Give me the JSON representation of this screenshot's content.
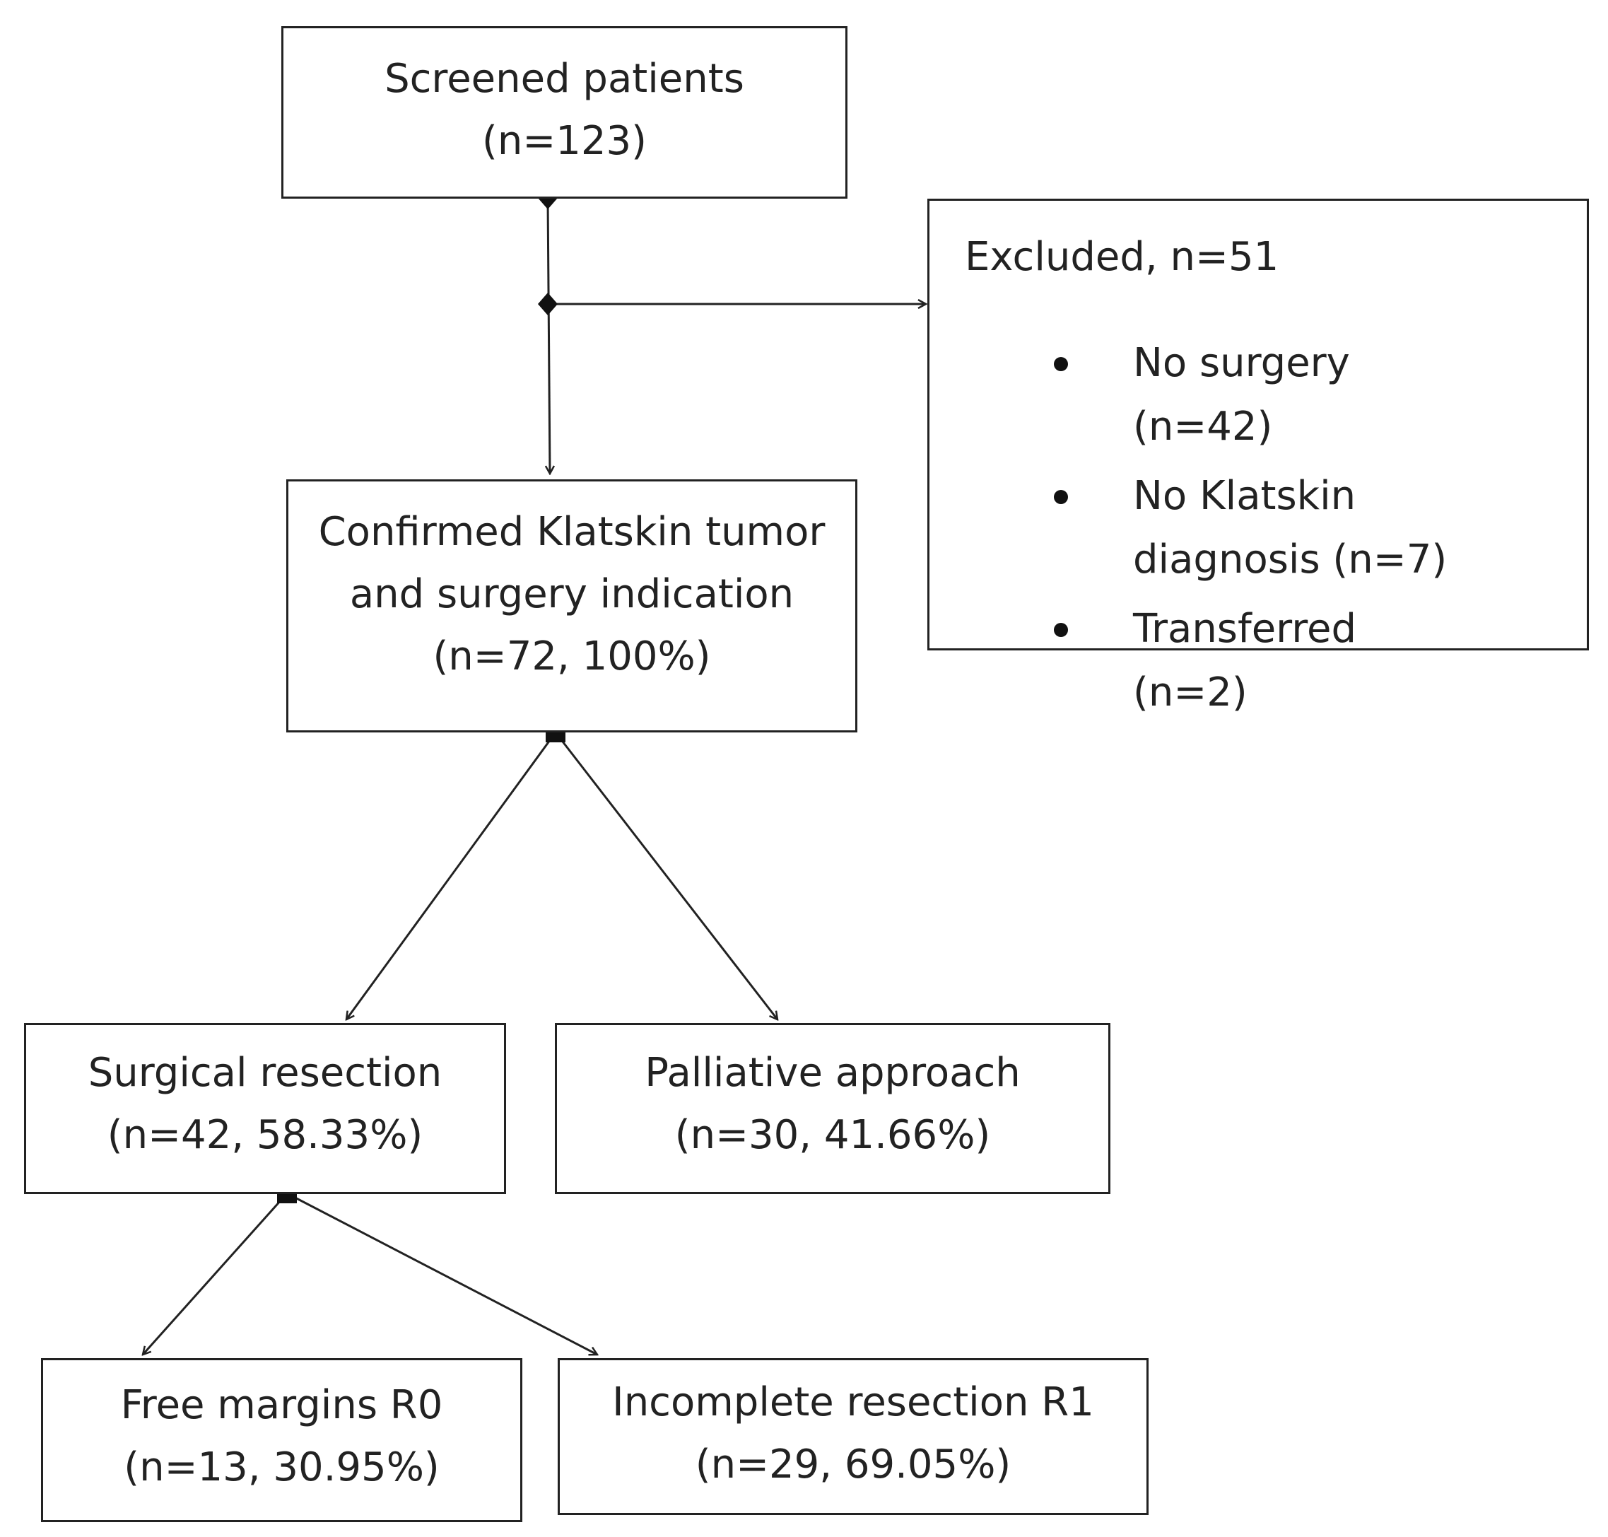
{
  "colors": {
    "stroke": "#222222",
    "text": "#222222",
    "background": "#ffffff"
  },
  "nodes": {
    "screened": {
      "title": "Screened patients",
      "count": "(n=123)"
    },
    "excluded": {
      "title": "Excluded, n=51",
      "reasons": [
        "No surgery (n=42)",
        "No Klatskin diagnosis (n=7)",
        "Transferred (n=2)"
      ]
    },
    "confirmed": {
      "line1": "Confirmed Klatskin tumor",
      "line2": "and surgery indication",
      "count": "(n=72, 100%)"
    },
    "surgical": {
      "title": "Surgical resection",
      "count": "(n=42, 58.33%)"
    },
    "palliative": {
      "title": "Palliative approach",
      "count": "(n=30, 41.66%)"
    },
    "r0": {
      "title": "Free margins R0",
      "count": "(n=13, 30.95%)"
    },
    "r1": {
      "title": "Incomplete resection R1",
      "count": "(n=29, 69.05%)"
    }
  }
}
